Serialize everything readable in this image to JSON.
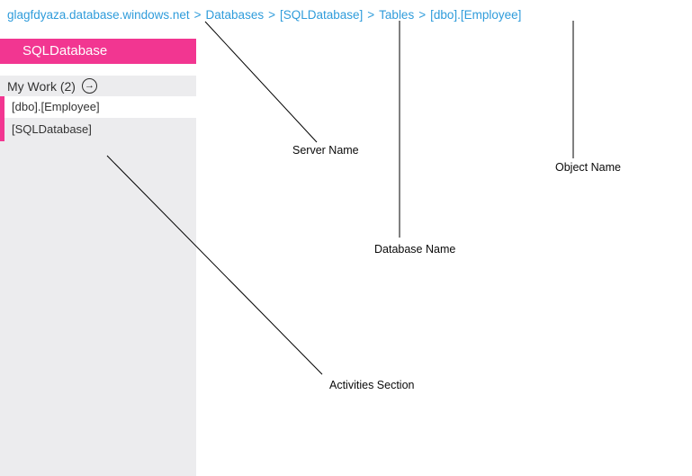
{
  "breadcrumb": {
    "separator": ">",
    "items": [
      {
        "label": "glagfdyaza.database.windows.net"
      },
      {
        "label": "Databases"
      },
      {
        "label": "[SQLDatabase]"
      },
      {
        "label": "Tables"
      },
      {
        "label": "[dbo].[Employee]"
      }
    ]
  },
  "sidebar": {
    "header_title": "SQLDatabase",
    "my_work": {
      "label": "My Work (2)",
      "icon_glyph": "→"
    },
    "items": [
      {
        "label": "[dbo].[Employee]"
      },
      {
        "label": "[SQLDatabase]"
      }
    ]
  },
  "annotations": {
    "server_name": "Server Name",
    "database_name": "Database Name",
    "object_name": "Object Name",
    "activities_section": "Activities Section"
  },
  "colors": {
    "accent_pink": "#F23691",
    "link_blue": "#2F9CDB",
    "sidebar_gray": "#ECECEE"
  }
}
